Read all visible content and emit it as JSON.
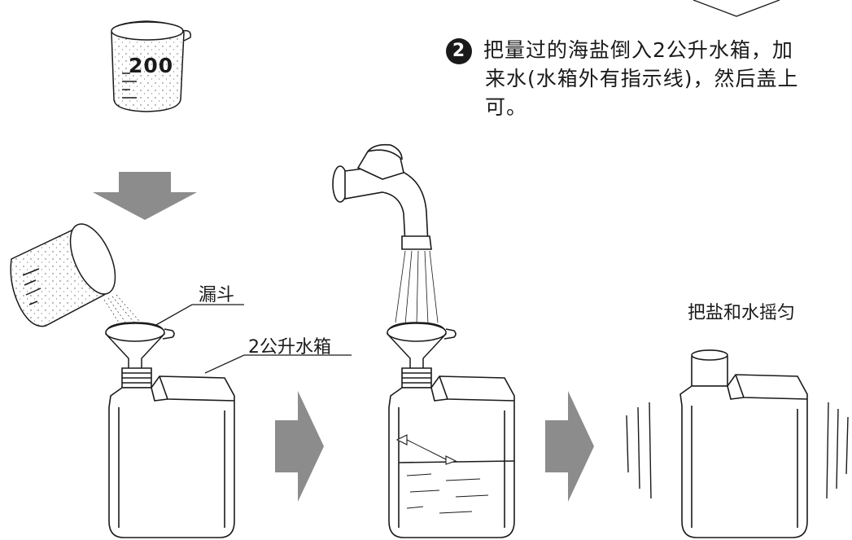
{
  "instruction": {
    "step_number": "2",
    "line1": "把量过的海盐倒入2公升水箱，加",
    "line2": "来水(水箱外有指示线)，然后盖上",
    "line3": "可。"
  },
  "beaker": {
    "measure_label": "200"
  },
  "labels": {
    "funnel": "漏斗",
    "tank": "2公升水箱",
    "shake": "把盐和水摇匀"
  },
  "colors": {
    "arrow": "#8c8c8c",
    "line_art": "#1a1a1a"
  }
}
